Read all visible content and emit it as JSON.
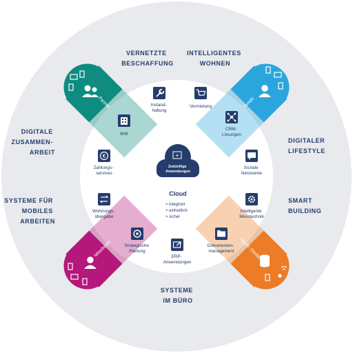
{
  "colors": {
    "outer_ring": "#e8eaed",
    "inner_disc": "#ffffff",
    "navy": "#253d6c",
    "teal": "#0e8c80",
    "blue": "#2ba6dd",
    "magenta": "#b5177b",
    "orange": "#ec7c26"
  },
  "sections": {
    "top_left": [
      "VERNETZTE",
      "BESCHAFFUNG"
    ],
    "top_right": [
      "INTELLIGENTES",
      "WOHNEN"
    ],
    "left_upper": [
      "DIGITALE",
      "ZUSAMMEN-",
      "ARBEIT"
    ],
    "right_upper": [
      "DIGITALER",
      "LIFESTYLE"
    ],
    "left_lower": [
      "SYSTEME FÜR",
      "MOBILES",
      "ARBEITEN"
    ],
    "right_lower": [
      "SMART",
      "BUILDING"
    ],
    "bottom": [
      "SYSTEME",
      "IM BÜRO"
    ]
  },
  "arms": {
    "partner": {
      "label": "Partner",
      "icon": "partner-people-icon"
    },
    "kunde": {
      "label": "Kunde",
      "icon": "customer-person-icon"
    },
    "mitarbeiter": {
      "label": "Mitarbeiter",
      "icon": "employee-person-icon"
    },
    "geraete": {
      "label": "Techn. Geräte",
      "icon": "database-icon"
    }
  },
  "nodes": {
    "instandhaltung": {
      "lines": [
        "Instand-",
        "haltung"
      ],
      "icon": "wrench-icon"
    },
    "vermietung": {
      "lines": [
        "Vermietung"
      ],
      "icon": "shopping-cart-icon"
    },
    "bim": {
      "lines": [
        "BIM"
      ],
      "icon": "building-icon"
    },
    "crm": {
      "lines": [
        "CRM-",
        "Lösungen"
      ],
      "icon": "network-icon"
    },
    "zahlung": {
      "lines": [
        "Zahlungs-",
        "services"
      ],
      "icon": "euro-icon"
    },
    "soziale": {
      "lines": [
        "Soziale",
        "Netzwerke"
      ],
      "icon": "chat-bubble-icon"
    },
    "wohnung": {
      "lines": [
        "Wohnungs-",
        "übergabe"
      ],
      "icon": "swap-arrows-icon"
    },
    "messtechnik": {
      "lines": [
        "Intelligente",
        "Messtechnik"
      ],
      "icon": "gear-icon"
    },
    "planung": {
      "lines": [
        "Strategische",
        "Planung"
      ],
      "icon": "target-icon"
    },
    "dokumente": {
      "lines": [
        "Dokumenten-",
        "management"
      ],
      "icon": "folder-icon"
    },
    "erp": {
      "lines": [
        "ERP-",
        "Anwendungen"
      ],
      "icon": "share-icon"
    }
  },
  "cloud": {
    "inner_lines": [
      "Zukünftige",
      "Anwendungen"
    ],
    "plus": "+",
    "title": "Cloud",
    "bullets": [
      "> integriert",
      "> einheitlich",
      "> sicher"
    ]
  }
}
